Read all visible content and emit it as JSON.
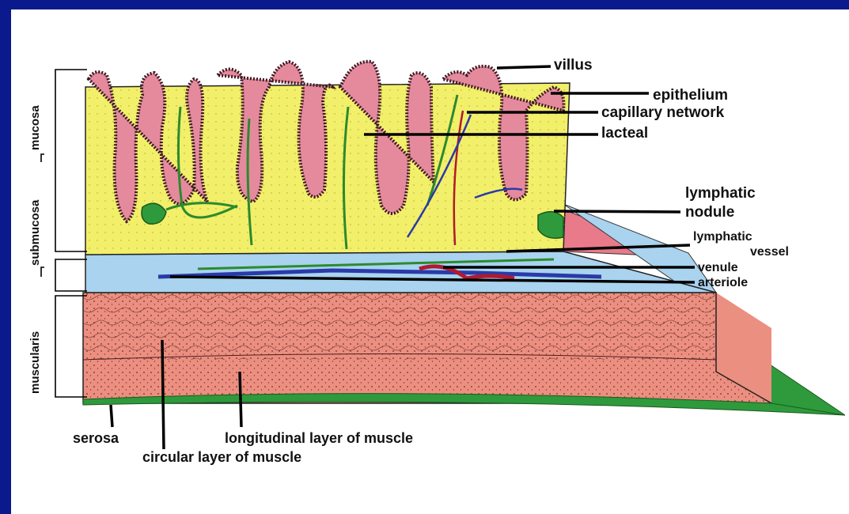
{
  "colors": {
    "background_blue": "#0a1a8c",
    "villus_pink": "#e58a9d",
    "lamina_yellow": "#f2ef6a",
    "submucosa_blue": "#a9d3ef",
    "muscle_red": "#eb8f80",
    "serosa_green": "#2e9a3c",
    "lacteal_green": "#2c8a2e",
    "vein_blue": "#2a3aa8",
    "artery_red": "#b01a30"
  },
  "labels": {
    "villus": "villus",
    "epithelium": "epithelium",
    "capillary_network": "capillary network",
    "lacteal": "lacteal",
    "lymphatic_nodule_1": "lymphatic",
    "lymphatic_nodule_2": "nodule",
    "lymphatic_vessel_1": "lymphatic",
    "lymphatic_vessel_2": "vessel",
    "venule": "venule",
    "arteriole": "arteriole",
    "serosa": "serosa",
    "longitudinal": "longitudinal layer of muscle",
    "circular": "circular layer of muscle"
  },
  "layer_labels": {
    "mucosa": "mucosa",
    "submucosa": "submucosa",
    "muscularis": "muscularis"
  }
}
